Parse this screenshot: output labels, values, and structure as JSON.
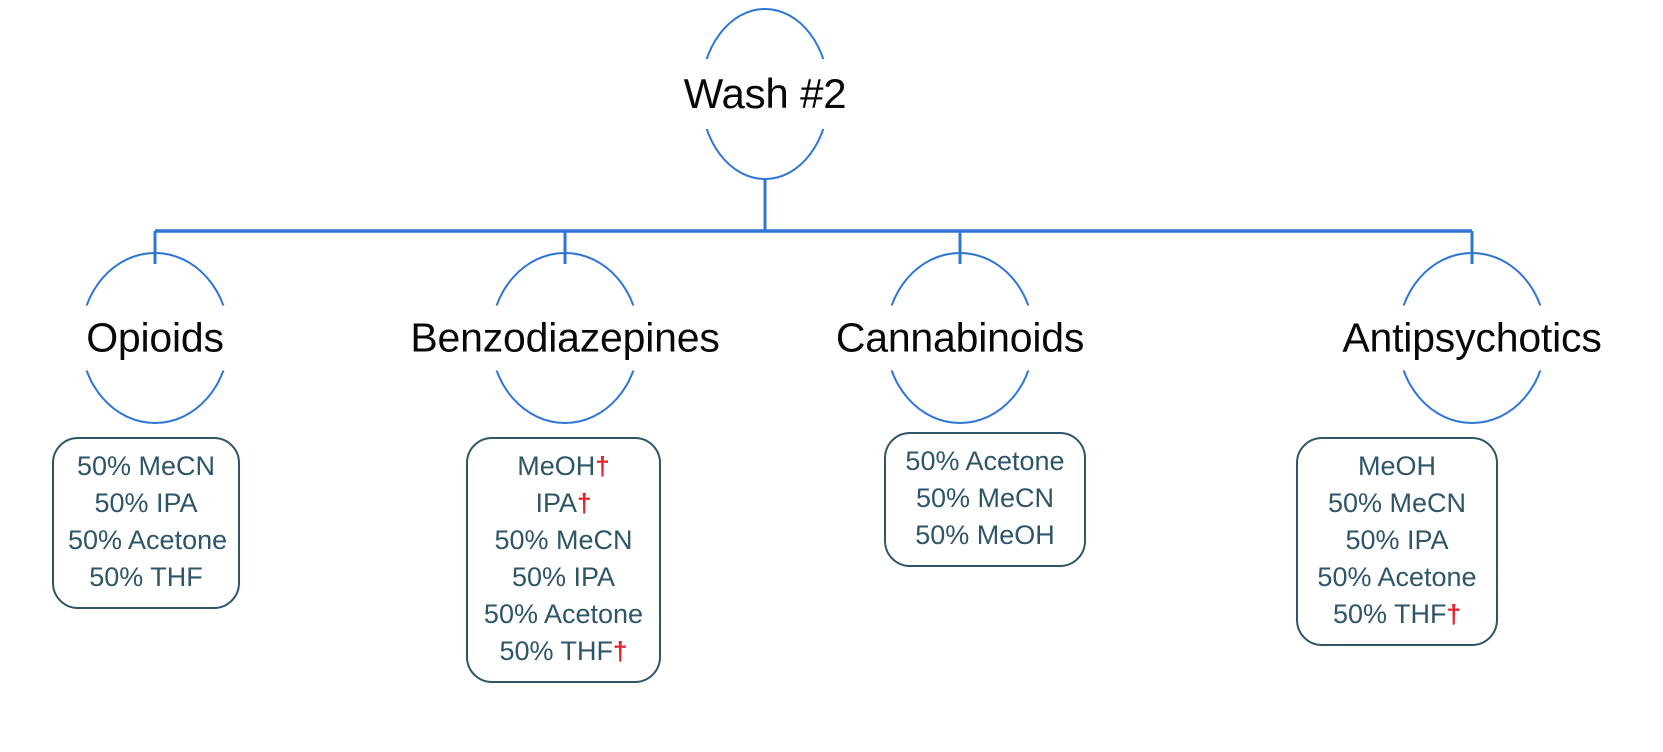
{
  "diagram": {
    "title": "Wash #2",
    "accent_line_color": "#2E75D4",
    "box_stroke_color": "#2F5569",
    "box_text_color": "#2F5569",
    "dagger_color": "#E8202A",
    "dagger_symbol": "†",
    "root": {
      "label": "Wash #2"
    },
    "branches": [
      {
        "label": "Opioids",
        "solvents": [
          {
            "text": "50% MeCN",
            "dagger": false
          },
          {
            "text": "50% IPA",
            "dagger": false
          },
          {
            "text": "50% Acetone",
            "dagger": false
          },
          {
            "text": "50% THF",
            "dagger": false
          }
        ]
      },
      {
        "label": "Benzodiazepines",
        "solvents": [
          {
            "text": "MeOH",
            "dagger": true
          },
          {
            "text": "IPA",
            "dagger": true
          },
          {
            "text": "50% MeCN",
            "dagger": false
          },
          {
            "text": "50% IPA",
            "dagger": false
          },
          {
            "text": "50% Acetone",
            "dagger": false
          },
          {
            "text": "50% THF",
            "dagger": true
          }
        ]
      },
      {
        "label": "Cannabinoids",
        "solvents": [
          {
            "text": "50% Acetone",
            "dagger": false
          },
          {
            "text": "50% MeCN",
            "dagger": false
          },
          {
            "text": "50% MeOH",
            "dagger": false
          }
        ]
      },
      {
        "label": "Antipsychotics",
        "solvents": [
          {
            "text": "MeOH",
            "dagger": false
          },
          {
            "text": "50% MeCN",
            "dagger": false
          },
          {
            "text": "50% IPA",
            "dagger": false
          },
          {
            "text": "50% Acetone",
            "dagger": false
          },
          {
            "text": "50% THF",
            "dagger": true
          }
        ]
      }
    ]
  }
}
